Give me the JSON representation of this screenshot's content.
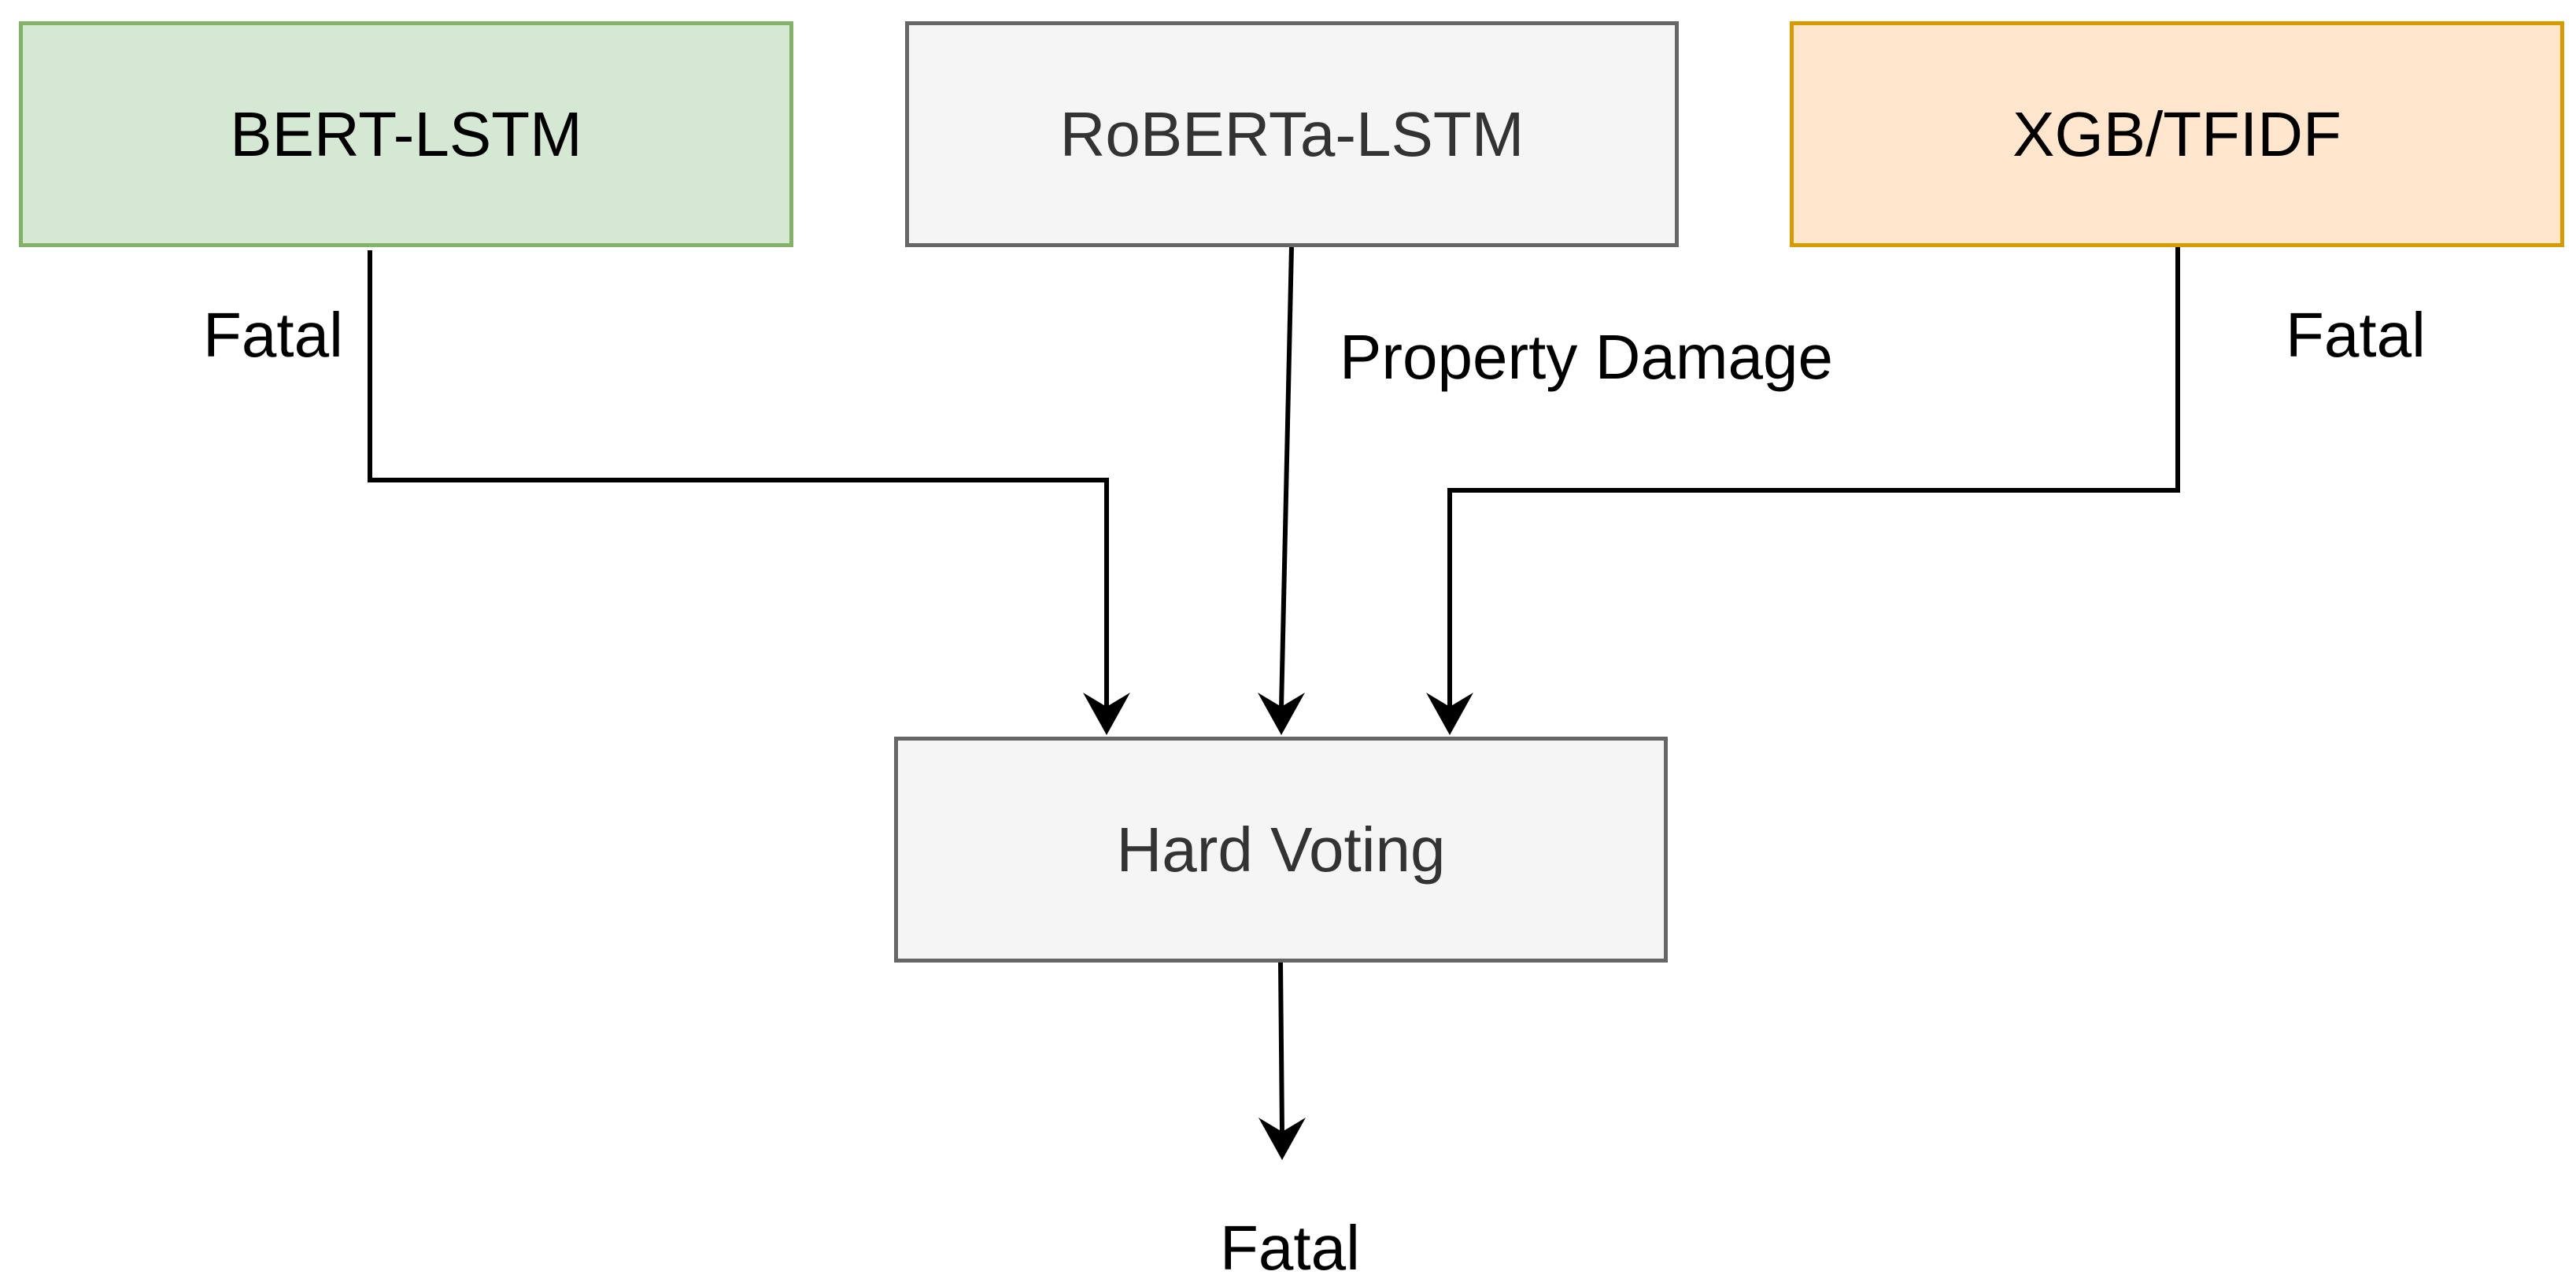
{
  "diagram": {
    "nodes": {
      "bert": {
        "label": "BERT-LSTM",
        "fill": "#d5e8d4",
        "stroke": "#82b366",
        "text_color": "#000000"
      },
      "roberta": {
        "label": "RoBERTa-LSTM",
        "fill": "#f5f5f5",
        "stroke": "#666666",
        "text_color": "#333333"
      },
      "xgb": {
        "label": "XGB/TFIDF",
        "fill": "#ffe6cc",
        "stroke": "#d79b00",
        "text_color": "#000000"
      },
      "voting": {
        "label": "Hard Voting",
        "fill": "#f5f5f5",
        "stroke": "#666666",
        "text_color": "#333333"
      }
    },
    "edges": [
      {
        "from": "BERT-LSTM",
        "to": "Hard Voting",
        "label": "Fatal"
      },
      {
        "from": "RoBERTa-LSTM",
        "to": "Hard Voting",
        "label": "Property Damage"
      },
      {
        "from": "XGB/TFIDF",
        "to": "Hard Voting",
        "label": "Fatal"
      },
      {
        "from": "Hard Voting",
        "to": "output",
        "label": "Fatal"
      }
    ],
    "line_color": "#000000"
  }
}
